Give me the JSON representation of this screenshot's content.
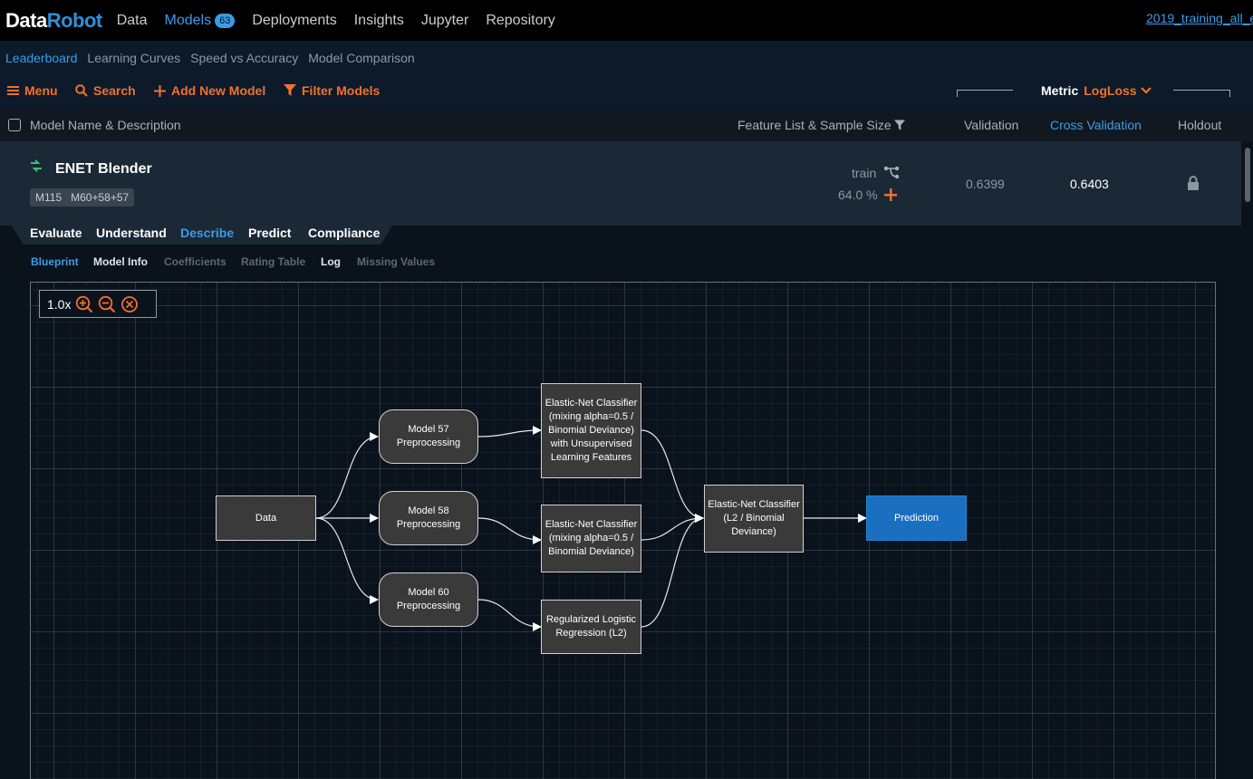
{
  "app": {
    "logo_part1": "Data",
    "logo_part2": "Robot",
    "project_name": "2019_training_all_e"
  },
  "topnav": [
    {
      "label": "Data"
    },
    {
      "label": "Models",
      "badge": "63"
    },
    {
      "label": "Deployments"
    },
    {
      "label": "Insights"
    },
    {
      "label": "Jupyter"
    },
    {
      "label": "Repository"
    }
  ],
  "subnav": [
    "Leaderboard",
    "Learning Curves",
    "Speed vs Accuracy",
    "Model Comparison"
  ],
  "toolbar": {
    "menu": "Menu",
    "search": "Search",
    "add_model": "Add New Model",
    "filter": "Filter Models",
    "metric_label": "Metric",
    "metric_value": "LogLoss"
  },
  "columns": {
    "name": "Model Name & Description",
    "feature": "Feature List & Sample Size",
    "validation": "Validation",
    "cross_validation": "Cross Validation",
    "holdout": "Holdout"
  },
  "model": {
    "name": "ENET Blender",
    "tag1": "M115",
    "tag2": "M60+58+57",
    "feature_list": "train",
    "sample_size": "64.0 %",
    "validation": "0.6399",
    "cross_validation": "0.6403"
  },
  "insight_tabs": [
    "Evaluate",
    "Understand",
    "Describe",
    "Predict",
    "Compliance"
  ],
  "sub_tabs": [
    "Blueprint",
    "Model Info",
    "Coefficients",
    "Rating Table",
    "Log",
    "Missing Values"
  ],
  "blueprint": {
    "zoom": "1.0x",
    "nodes": {
      "data": "Data",
      "m57": "Model 57 Preprocessing",
      "m58": "Model 58 Preprocessing",
      "m60": "Model 60 Preprocessing",
      "enet1": "Elastic-Net Classifier (mixing alpha=0.5 / Binomial Deviance) with Unsupervised Learning Features",
      "enet2": "Elastic-Net Classifier (mixing alpha=0.5 / Binomial Deviance)",
      "rlr": "Regularized Logistic Regression (L2)",
      "enet_final": "Elastic-Net Classifier (L2 / Binomial Deviance)",
      "prediction": "Prediction"
    }
  },
  "colors": {
    "accent_orange": "#f2712b",
    "accent_blue": "#3b9ce6",
    "prediction_node": "#1b6fc1"
  }
}
